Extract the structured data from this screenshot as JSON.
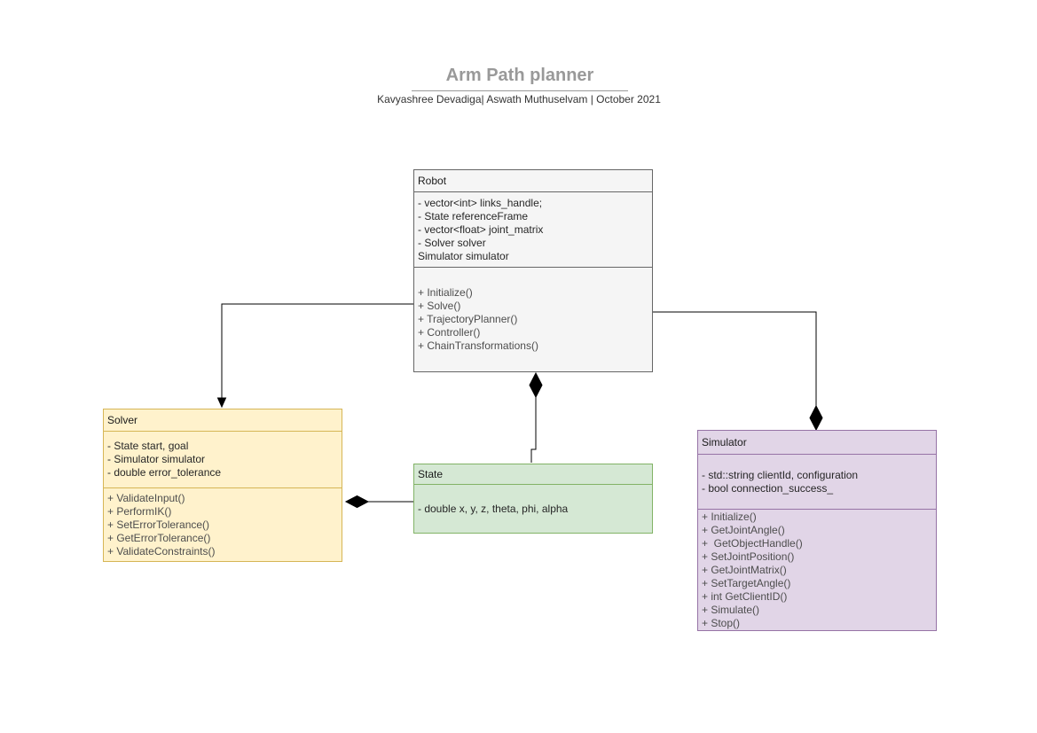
{
  "header": {
    "title": "Arm Path planner",
    "subtitle": "Kavyashree Devadiga| Aswath Muthuselvam | October 2021"
  },
  "classes": {
    "robot": {
      "name": "Robot",
      "attributes": [
        "- vector<int> links_handle;",
        "- State referenceFrame",
        "- vector<float> joint_matrix",
        "- Solver solver",
        "Simulator simulator"
      ],
      "methods": [
        "+ Initialize()",
        "+ Solve()",
        "+ TrajectoryPlanner()",
        "+ Controller()",
        "+ ChainTransformations()"
      ],
      "fill": "#F5F5F5",
      "border": "#666666"
    },
    "solver": {
      "name": "Solver",
      "attributes": [
        "- State start, goal",
        "- Simulator simulator",
        "- double error_tolerance"
      ],
      "methods": [
        "+ ValidateInput()",
        "+ PerformIK()",
        "+ SetErrorTolerance()",
        "+ GetErrorTolerance()",
        "+ ValidateConstraints()"
      ],
      "fill": "#FFF2CC",
      "border": "#D6B656"
    },
    "state": {
      "name": "State",
      "attributes": [
        "- double x, y, z, theta, phi, alpha"
      ],
      "methods": [],
      "fill": "#D5E8D4",
      "border": "#82B366"
    },
    "simulator": {
      "name": "Simulator",
      "attributes": [
        "- std::string clientId, configuration",
        "- bool connection_success_"
      ],
      "methods": [
        "+ Initialize()",
        "+ GetJointAngle()",
        "+  GetObjectHandle()",
        "+ SetJointPosition()",
        "+ GetJointMatrix()",
        "+ SetTargetAngle()",
        "+ int GetClientID()",
        "+ Simulate()",
        "+ Stop()"
      ],
      "fill": "#E1D5E7",
      "border": "#9673A6"
    }
  },
  "relationships": [
    {
      "from": "Robot",
      "to": "Solver",
      "type": "directed-association-arrow"
    },
    {
      "from": "Robot",
      "to": "Simulator",
      "type": "composition-filled-diamond"
    },
    {
      "from": "Robot",
      "to": "State",
      "type": "composition-filled-diamond"
    },
    {
      "from": "Solver",
      "to": "State",
      "type": "composition-filled-diamond"
    }
  ]
}
